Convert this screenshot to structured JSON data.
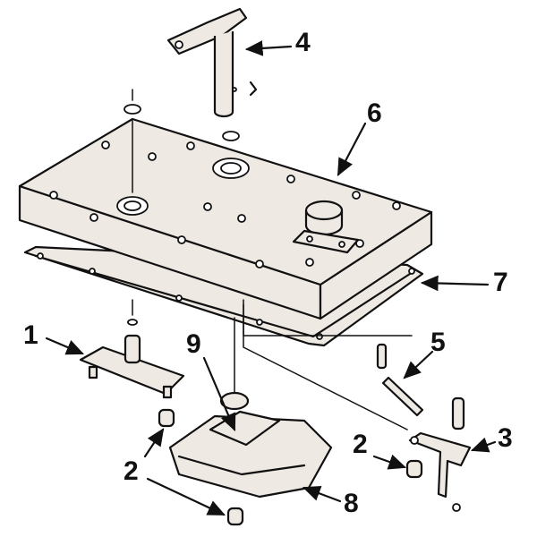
{
  "diagram": {
    "type": "exploded-parts-diagram",
    "colors": {
      "line": "#111111",
      "part_fill": "#efe9e4",
      "background": "#ffffff"
    },
    "callouts": [
      {
        "id": "c1",
        "label": "1"
      },
      {
        "id": "c2a",
        "label": "2"
      },
      {
        "id": "c2b",
        "label": "2"
      },
      {
        "id": "c3",
        "label": "3"
      },
      {
        "id": "c4",
        "label": "4"
      },
      {
        "id": "c5",
        "label": "5"
      },
      {
        "id": "c6",
        "label": "6"
      },
      {
        "id": "c7",
        "label": "7"
      },
      {
        "id": "c8",
        "label": "8"
      },
      {
        "id": "c9",
        "label": "9"
      }
    ]
  }
}
